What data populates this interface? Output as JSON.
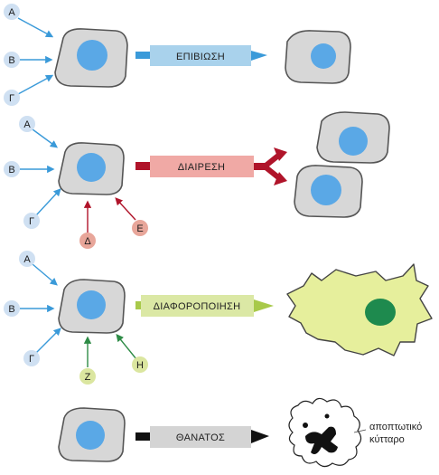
{
  "signals": {
    "A": "A",
    "B": "B",
    "G": "Γ",
    "D": "Δ",
    "E": "E",
    "Z": "Z",
    "H": "H"
  },
  "processes": {
    "survival": "ΕΠΙΒΙΩΣΗ",
    "division": "ΔΙΑΙΡΕΣΗ",
    "differentiation": "ΔΙΑΦΟΡΟΠΟΙΗΣΗ",
    "death": "ΘΑΝΑΤΟΣ"
  },
  "apoptotic_label": [
    "αποπτωτικό",
    "κύτταρο"
  ],
  "colors": {
    "signal_blue": "#cfe0f2",
    "signal_red": "#e8a69a",
    "signal_green": "#dbe6a0",
    "arrow_blue": "#3a9ad9",
    "arrow_red": "#b0142a",
    "arrow_green": "#2e8b46",
    "box_survival": "#a9d2ec",
    "box_division": "#f0a9a5",
    "box_differentiation": "#dbe8a5",
    "box_death": "#d4d4d4",
    "cell_fill": "#d7d7d7",
    "cell_stroke": "#555555",
    "nucleus": "#5aa8e6",
    "diff_cell": "#e6ef9c",
    "diff_nucleus": "#1e8a4e"
  }
}
